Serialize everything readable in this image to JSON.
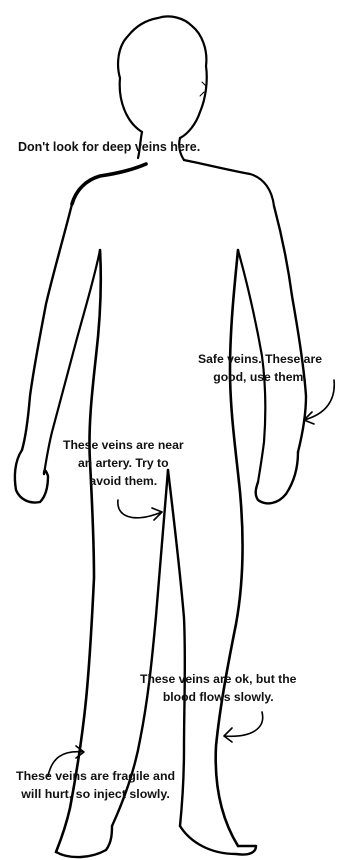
{
  "annotations": {
    "neck": "Don't look for deep veins here.",
    "safe_line1": "Safe veins.  These are",
    "safe_line2": "good, use them.",
    "artery_line1": "These veins are near",
    "artery_line2": "an artery.  Try to",
    "artery_line3": "avoid them.",
    "slow_line1": "These veins are ok, but the",
    "slow_line2": "blood flows slowly.",
    "fragile_line1": "These veins are fragile and",
    "fragile_line2": "will hurt, so inject slowly."
  },
  "colors": {
    "outline": "#000000",
    "text": "#111111",
    "background": "#ffffff"
  }
}
